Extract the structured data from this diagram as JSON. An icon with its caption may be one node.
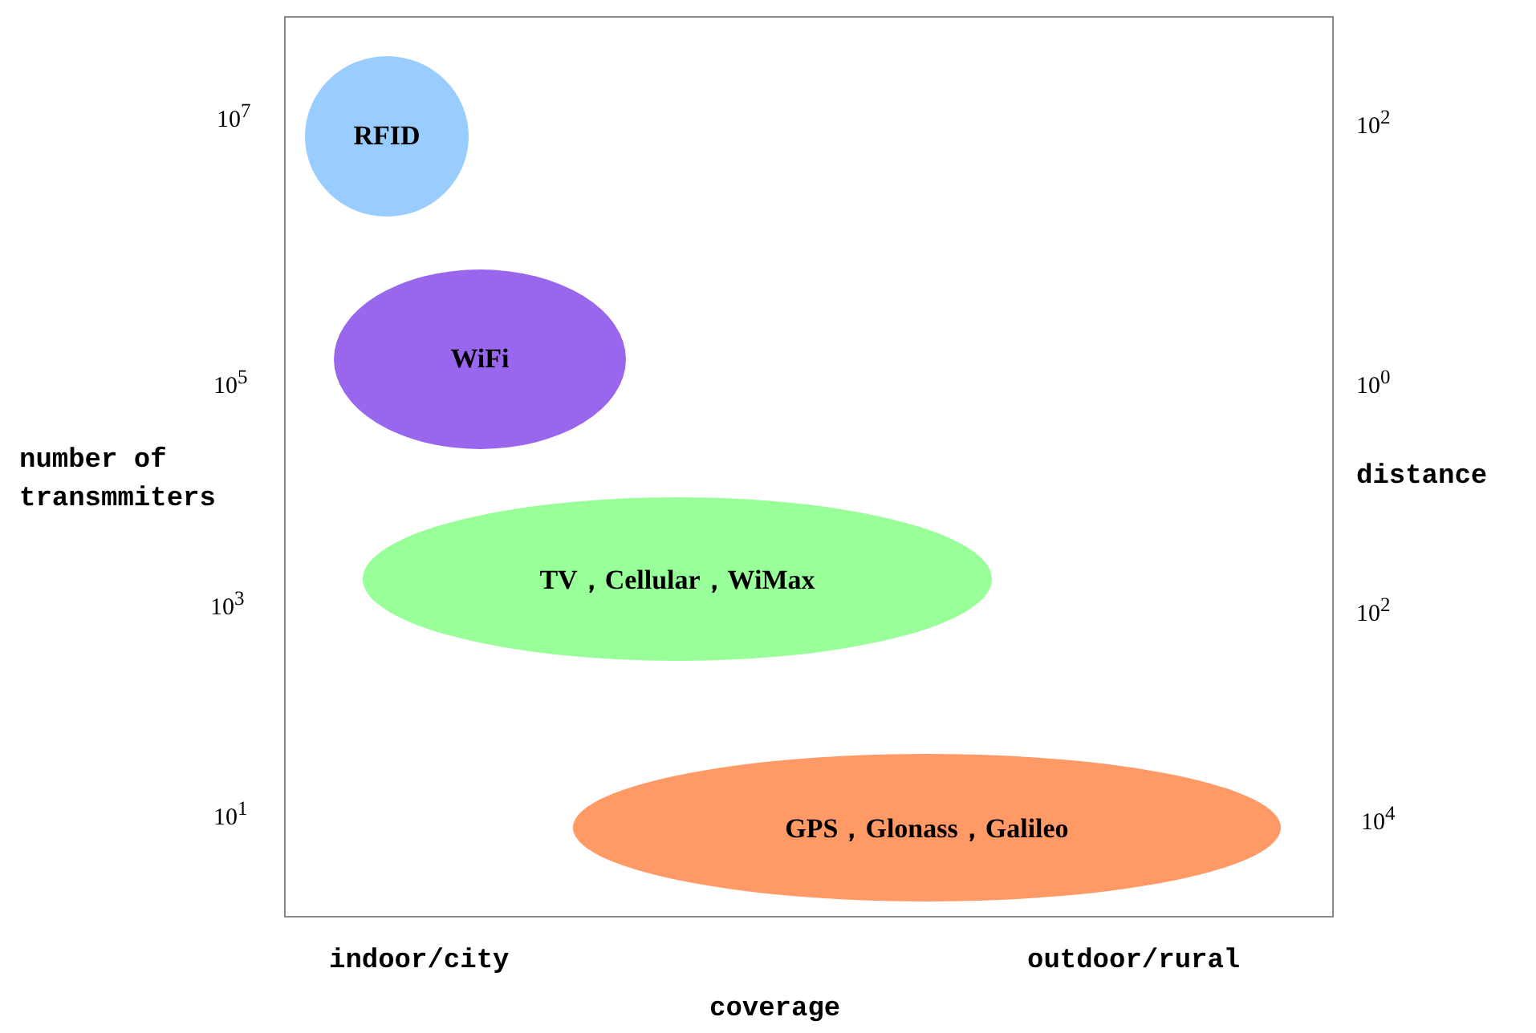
{
  "diagram": {
    "nodes": [
      {
        "text": [
          "RFID"
        ]
      },
      {
        "text": [
          "WiFi"
        ]
      },
      {
        "text": [
          "TV，Cellular，WiMax"
        ]
      },
      {
        "text": [
          "GPS，Glonass，Galileo"
        ]
      }
    ],
    "labels": [
      "10$^{7}$",
      "10$^{2}$",
      "10$^{5}$",
      "10$^{0}$",
      "number of transmmiters",
      "distance",
      "10$^{3}$",
      "10$^{2}$",
      "10$^{1}$",
      "10$^{4}$",
      "indoor/city",
      "outdoor/rural",
      "coverage"
    ]
  }
}
